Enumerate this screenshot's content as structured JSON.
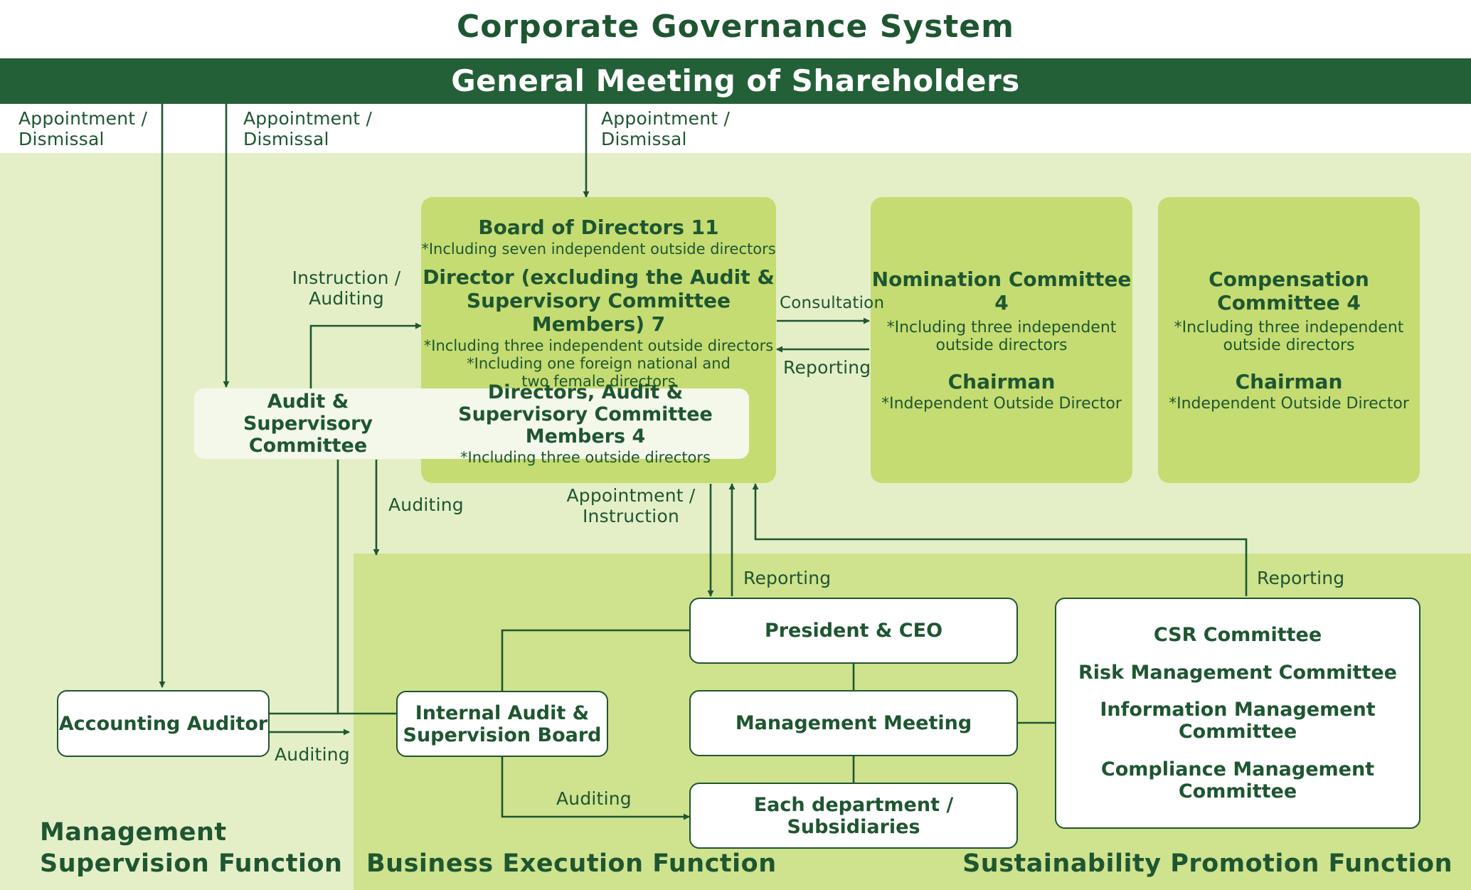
{
  "title": "Corporate Governance System",
  "shareholders": "General Meeting of Shareholders",
  "labels": {
    "appt1": [
      "Appointment /",
      "Dismissal"
    ],
    "appt2": [
      "Appointment /",
      "Dismissal"
    ],
    "appt3": [
      "Appointment /",
      "Dismissal"
    ],
    "instruction_auditing": [
      "Instruction /",
      "Auditing"
    ],
    "consultation": "Consultation",
    "reporting_committee": "Reporting",
    "auditing_committee": "Auditing",
    "appointment_instruction": [
      "Appointment /",
      "Instruction"
    ],
    "reporting_ceo": "Reporting",
    "reporting_sustainability": "Reporting",
    "auditing_auditor": "Auditing",
    "auditing_internal": "Auditing"
  },
  "board": {
    "title": "Board of Directors 11",
    "note": "*Including seven independent outside directors",
    "director_title": [
      "Director (excluding the Audit &",
      "Supervisory Committee Members) 7"
    ],
    "director_notes": [
      "*Including three independent outside directors",
      "*Including one foreign national and",
      "two female directors"
    ],
    "asc_members_title": [
      "Directors, Audit &",
      "Supervisory Committee Members 4"
    ],
    "asc_members_note": "*Including three outside directors"
  },
  "audit_committee": [
    "Audit &",
    "Supervisory Committee"
  ],
  "nomination": {
    "title": "Nomination Committee 4",
    "note": [
      "*Including three independent",
      "outside directors"
    ],
    "chair": "Chairman",
    "chair_note": "*Independent Outside Director"
  },
  "compensation": {
    "title": "Compensation Committee 4",
    "note": [
      "*Including three independent",
      "outside directors"
    ],
    "chair": "Chairman",
    "chair_note": "*Independent Outside Director"
  },
  "accounting_auditor": "Accounting Auditor",
  "internal_audit": [
    "Internal Audit &",
    "Supervision Board"
  ],
  "president": "President & CEO",
  "management_meeting": "Management Meeting",
  "departments": "Each department / Subsidiaries",
  "sustainability_committees": [
    "CSR Committee",
    "Risk Management Committee",
    "Information Management Committee",
    "Compliance Management Committee"
  ],
  "functions": {
    "management": [
      "Management",
      "Supervision Function"
    ],
    "business": "Business Execution Function",
    "sustainability": "Sustainability Promotion Function"
  },
  "colors": {
    "dark_green": "#1e5631",
    "header_green": "#236037",
    "light_bg": "#e4efc8",
    "mid_bg": "#cfe28e",
    "box_green": "#c5dc72",
    "pale_box": "#f4f8ea"
  }
}
